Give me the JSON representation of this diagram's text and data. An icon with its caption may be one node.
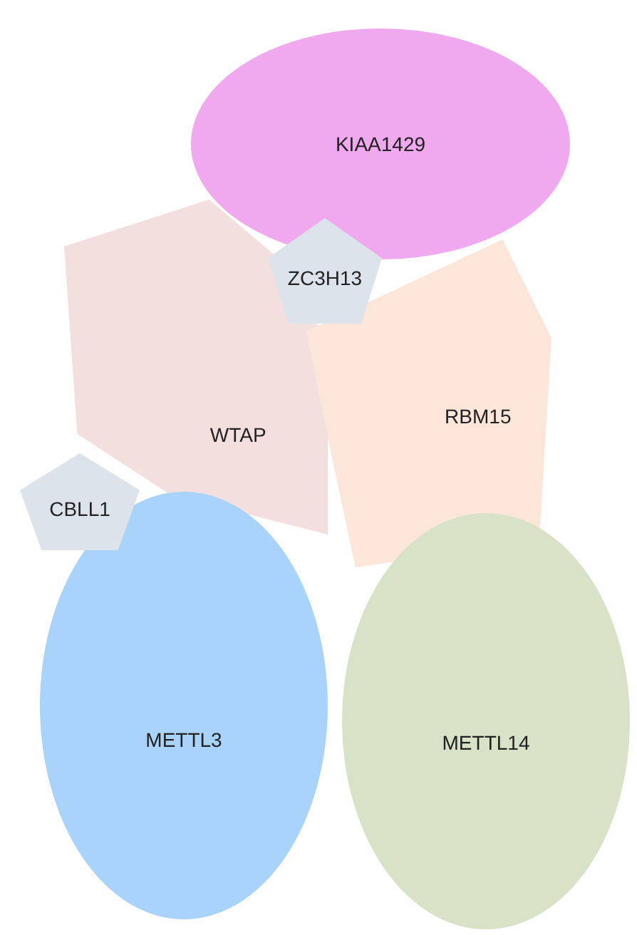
{
  "diagram": {
    "nodes": [
      {
        "text": [
          "KIAA1429"
        ]
      },
      {
        "text": [
          "ZC3H13"
        ]
      },
      {
        "text": [
          "WTAP"
        ]
      },
      {
        "text": [
          "RBM15"
        ]
      },
      {
        "text": [
          "CBLL1"
        ]
      },
      {
        "text": [
          "METTL3"
        ]
      },
      {
        "text": [
          "METTL14"
        ]
      }
    ]
  }
}
